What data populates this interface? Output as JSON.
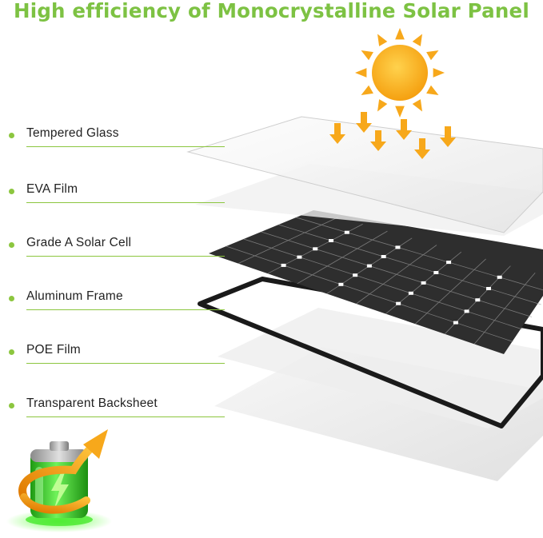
{
  "header": {
    "title": "High efficiency of Monocrystalline Solar Panel"
  },
  "layers": [
    {
      "label": "Tempered Glass"
    },
    {
      "label": "EVA Film"
    },
    {
      "label": "Grade A Solar Cell"
    },
    {
      "label": "Aluminum Frame"
    },
    {
      "label": "POE Film"
    },
    {
      "label": "Transparent Backsheet"
    }
  ],
  "icons": {
    "sun": "sun-icon",
    "arrows": "sunlight-arrow-icon",
    "battery": "charging-battery-icon"
  },
  "colors": {
    "title": "#7dc243",
    "accent_green": "#8cc63f",
    "sun": "#f7a81b",
    "cell": "#2f2f2f",
    "frame": "#1a1a1a",
    "battery_green": "#39d61f",
    "battery_arrow": "#f39a12"
  }
}
